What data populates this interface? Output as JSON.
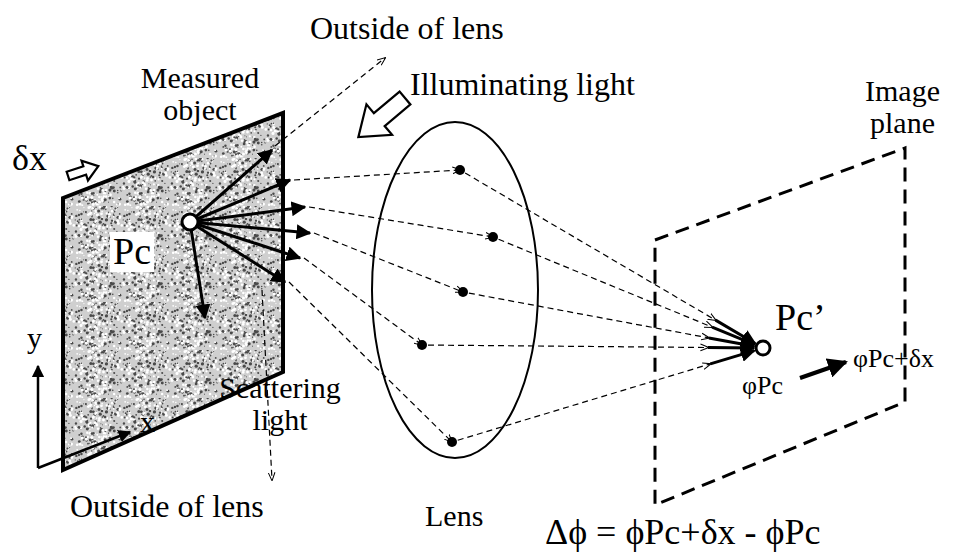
{
  "diagram": {
    "nodes": [
      {
        "text": [
          "Measured object",
          "Pc"
        ]
      },
      {
        "text": [
          "Lens"
        ]
      },
      {
        "text": [
          "Image plane",
          "Pc’",
          "φPc",
          "φPc+δx"
        ]
      }
    ],
    "labels": [
      "Outside of lens",
      "Illuminating light",
      "δx",
      "y",
      "x",
      "Scattering light",
      "Outside of lens",
      "Δϕ = ϕPc+δx - ϕPc"
    ]
  }
}
